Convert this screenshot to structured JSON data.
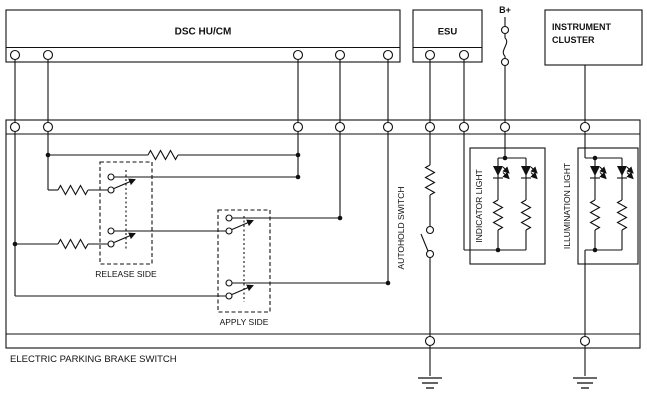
{
  "title": "ELECTRIC PARKING BRAKE SWITCH",
  "boxes": {
    "dsc": "DSC HU/CM",
    "esu": "ESU",
    "instrument1": "INSTRUMENT",
    "instrument2": "CLUSTER"
  },
  "labels": {
    "bplus": "B+",
    "release": "RELEASE SIDE",
    "apply": "APPLY SIDE",
    "autohold": "AUTOHOLD SWITCH",
    "indicator": "INDICATOR LIGHT",
    "illumination": "ILLUMINATION LIGHT"
  },
  "colors": {
    "line": "#111111",
    "background": "#ffffff"
  }
}
